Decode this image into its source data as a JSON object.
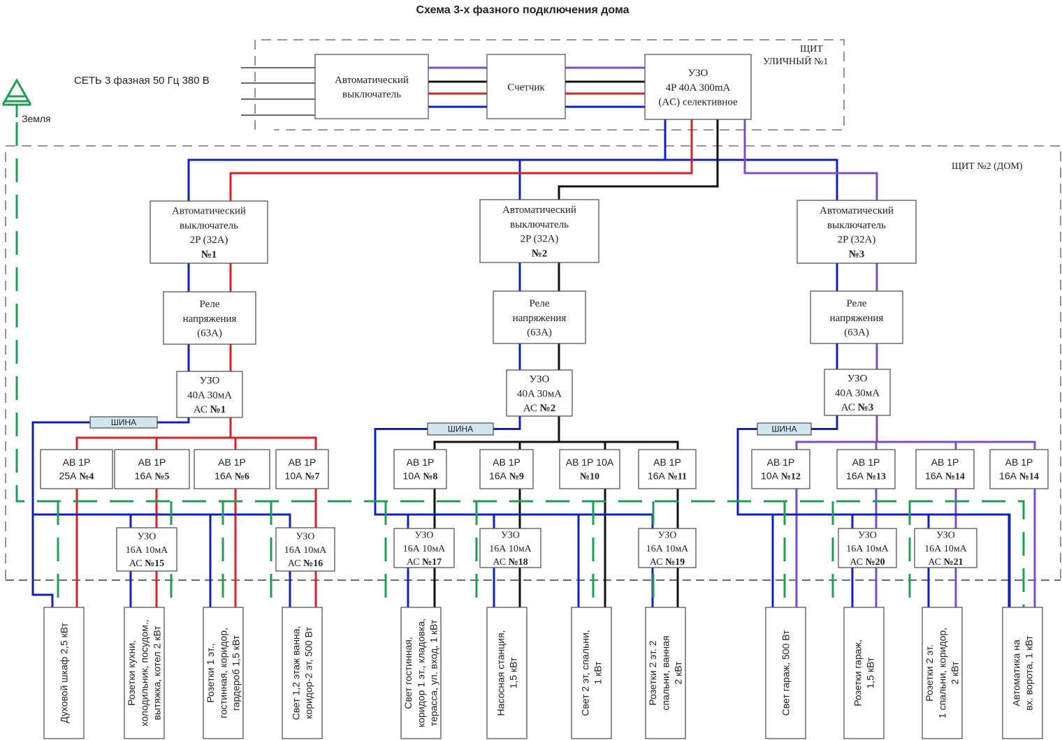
{
  "title": "Схема 3-х фазного подключения дома",
  "colors": {
    "phase_L1": "#7b4fc2",
    "phase_L2": "#111111",
    "phase_L3": "#d8202a",
    "neutral": "#1020b8",
    "ground": "#1f9d55",
    "bus_fill": "#cfe6ee"
  },
  "supply": {
    "label": "СЕТЬ 3 фазная 50 Гц 380 В",
    "ground_label": "Земля",
    "ground_icon": "earth-ground-icon"
  },
  "panel1": {
    "label_line1": "ЩИТ",
    "label_line2": "УЛИЧНЫЙ №1",
    "breaker": [
      "Автоматический",
      "выключатель"
    ],
    "meter": [
      "Счетчик"
    ],
    "rcd": [
      "УЗО",
      "4P 40A 300mA",
      "(AC) селективное"
    ]
  },
  "panel2": {
    "label": "ЩИТ №2 (ДОМ)",
    "bus_label": "ШИНА",
    "groups": [
      {
        "phase": "phase_L3",
        "main_breaker": [
          "Автоматический",
          "выключатель",
          "2P (32A)",
          "№1"
        ],
        "relay": [
          "Реле",
          "напряжения",
          "(63A)"
        ],
        "rcd": [
          "УЗО",
          "40A 30мА",
          "АС №1"
        ],
        "breakers": [
          {
            "line1": "АВ 1Р",
            "line2": "25А №4"
          },
          {
            "line1": "АВ 1Р",
            "line2": "16А №5"
          },
          {
            "line1": "АВ 1Р",
            "line2": "16А №6"
          },
          {
            "line1": "АВ 1Р",
            "line2": "10А №7"
          }
        ],
        "sub_rcds": [
          {
            "after": 1,
            "lines": [
              "УЗО",
              "16А 10мА",
              "АС №15"
            ]
          },
          {
            "after": 3,
            "lines": [
              "УЗО",
              "16А 10мА",
              "АС №16"
            ]
          }
        ],
        "loads": [
          [
            "Духовой шкаф 2,5 кВт"
          ],
          [
            "Розетки кухни,",
            "холодильник, посудом.,",
            "вытяжка, котел 2 кВт"
          ],
          [
            "Розетки 1 эт.,",
            "гостинная, коридор,",
            "гардероб 1,5 кВт"
          ],
          [
            "Свет 1,2 этаж ванна,",
            "коридор-2 эт, 500 Вт"
          ]
        ]
      },
      {
        "phase": "phase_L2",
        "main_breaker": [
          "Автоматический",
          "выключатель",
          "2P (32A)",
          "№2"
        ],
        "relay": [
          "Реле",
          "напряжения",
          "(63A)"
        ],
        "rcd": [
          "УЗО",
          "40A 30мА",
          "АС №2"
        ],
        "breakers": [
          {
            "line1": "АВ 1Р",
            "line2": "10А №8"
          },
          {
            "line1": "АВ 1Р",
            "line2": "16А №9"
          },
          {
            "line1": "АВ 1Р 10А",
            "line2": "№10"
          },
          {
            "line1": "АВ 1Р",
            "line2": "16А №11"
          }
        ],
        "sub_rcds": [
          {
            "after": 0,
            "lines": [
              "УЗО",
              "16А 10мА",
              "АС №17"
            ]
          },
          {
            "after": 1,
            "lines": [
              "УЗО",
              "16А 10мА",
              "АС №18"
            ]
          },
          {
            "after": 3,
            "lines": [
              "УЗО",
              "16А 10мА",
              "АС №19"
            ]
          }
        ],
        "loads": [
          [
            "Свет гостинная,",
            "коридор 1 эт., кладовка,",
            "терасса, ул. вход, 1 кВт"
          ],
          [
            "Насосная станция,",
            "1,5 кВт"
          ],
          [
            "Свет 2 эт, спальни,",
            "1 кВт"
          ],
          [
            "Розетки 2 эт. 2",
            "спальни, ванная",
            "2 кВт"
          ]
        ]
      },
      {
        "phase": "phase_L1",
        "main_breaker": [
          "Автоматический",
          "выключатель",
          "2P (32A)",
          "№3"
        ],
        "relay": [
          "Реле",
          "напряжения",
          "(63A)"
        ],
        "rcd": [
          "УЗО",
          "40A 30мА",
          "АС №3"
        ],
        "breakers": [
          {
            "line1": "АВ 1Р",
            "line2": "10А №12"
          },
          {
            "line1": "АВ 1Р",
            "line2": "16А №13"
          },
          {
            "line1": "АВ 1Р",
            "line2": "16А №14"
          },
          {
            "line1": "АВ 1Р",
            "line2": "16А №14"
          }
        ],
        "sub_rcds": [
          {
            "after": 1,
            "lines": [
              "УЗО",
              "16А 10мА",
              "АС №20"
            ]
          },
          {
            "after": 2,
            "lines": [
              "УЗО",
              "16А 10мА",
              "АС №21"
            ]
          }
        ],
        "loads": [
          [
            "Свет гараж, 500 Вт"
          ],
          [
            "Розетки гараж,",
            "1,5 кВт"
          ],
          [
            "Розетки 2 эт.",
            "1 спальни, коридор,",
            "2 кВт"
          ],
          [
            "Автоматика на",
            "вх. ворота, 1 кВт"
          ]
        ]
      }
    ]
  }
}
